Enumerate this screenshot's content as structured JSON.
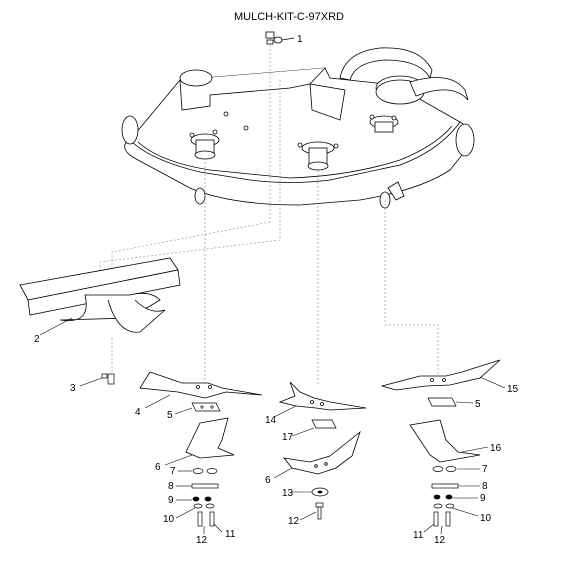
{
  "title": "MULCH-KIT-C-97XRD",
  "callouts": {
    "c1": "1",
    "c2": "2",
    "c3": "3",
    "c4": "4",
    "c5a": "5",
    "c5b": "5",
    "c6a": "6",
    "c6b": "6",
    "c7a": "7",
    "c7b": "7",
    "c8a": "8",
    "c8b": "8",
    "c9a": "9",
    "c9b": "9",
    "c10a": "10",
    "c10b": "10",
    "c11a": "11",
    "c11b": "11",
    "c12a": "12",
    "c12b": "12",
    "c12c": "12",
    "c13": "13",
    "c14": "14",
    "c15": "15",
    "c16": "16",
    "c17": "17"
  }
}
